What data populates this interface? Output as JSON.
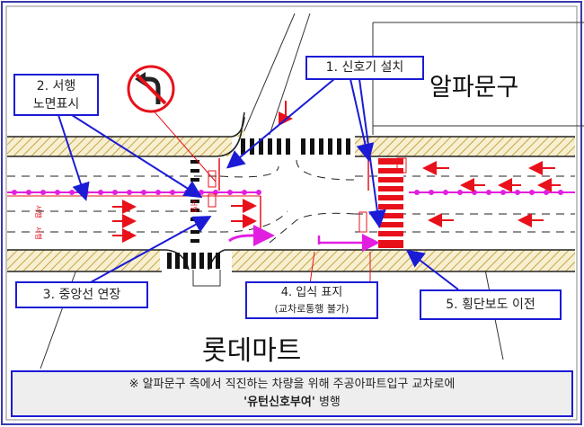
{
  "labels": {
    "area_top_right": "알파문구",
    "area_bottom": "롯데마트",
    "item1": "1. 신호기 설치",
    "item2_line1": "2. 서행",
    "item2_line2": "노면표시",
    "item3": "3. 중앙선 연장",
    "item4_line1": "4. 입식 표지",
    "item4_line2": "(교차로통행 불가)",
    "item5": "5. 횡단보도 이전",
    "note_line1": "※ 알파문구 측에서 직진하는 차량을 위해 주공아파트입구 교차로에",
    "note_line2_bold": "'유턴신호부여'",
    "note_line2_rest": " 병행"
  },
  "road_marking_text": "서행",
  "colors": {
    "box_border": "#1b1bd6",
    "accent_red": "#e8101a",
    "median_magenta": "#e21fe0",
    "sidewalk_fill": "#f6efd0",
    "sidewalk_hatch": "#c9a347"
  },
  "icons": [
    "no-left-turn-sign-icon",
    "traffic-light-icon",
    "direction-arrow-icon"
  ]
}
